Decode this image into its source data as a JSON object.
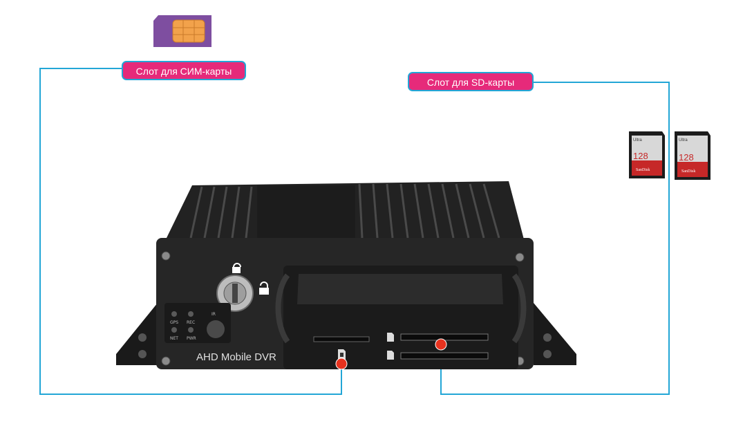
{
  "labels": {
    "sim_slot": "Слот для СИМ-карты",
    "sd_slot": "Слот для SD-карты"
  },
  "device": {
    "model_text": "AHD Mobile DVR",
    "indicators": [
      "GPS",
      "REC",
      "NET",
      "PWR"
    ],
    "ir_label": "IR"
  },
  "sd_cards": [
    {
      "brand": "SanDisk",
      "line": "Ultra",
      "capacity": "128"
    },
    {
      "brand": "SanDisk",
      "line": "Ultra",
      "capacity": "128"
    }
  ],
  "colors": {
    "callout_line": "#22a6d6",
    "label_bg": "#e62a7a",
    "marker": "#e8321e",
    "sim_card": "#7e4ea0",
    "sim_chip": "#f2a24b"
  }
}
